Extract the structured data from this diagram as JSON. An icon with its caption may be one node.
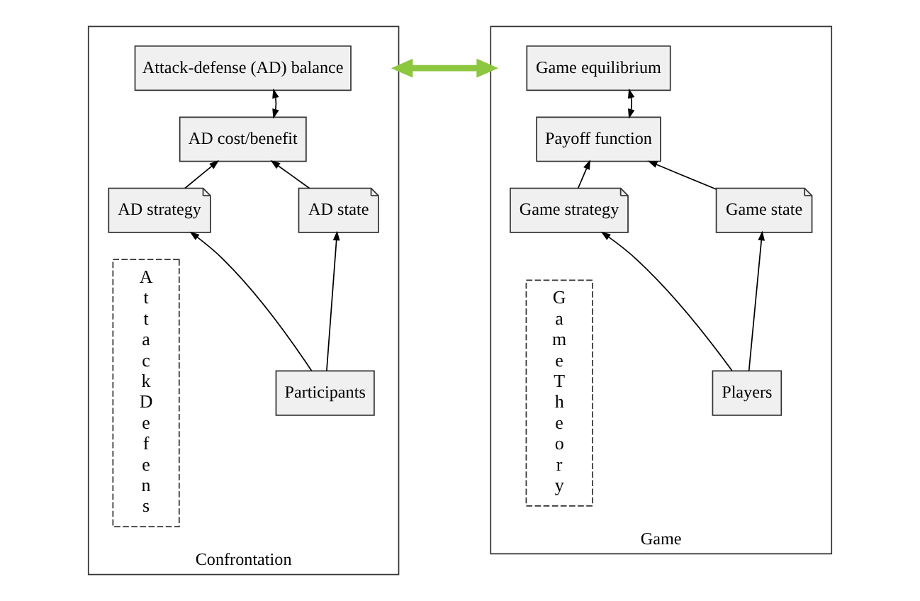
{
  "diagram": {
    "nodes": [
      {
        "text": [
          "Confrontation"
        ]
      },
      {
        "text": [
          "Attack-defense (AD) balance"
        ],
        "in": 0
      },
      {
        "text": [
          "AD cost/benefit"
        ],
        "in": 0
      },
      {
        "text": [
          "AD strategy"
        ],
        "in": 0
      },
      {
        "text": [
          "AD state"
        ],
        "in": 0
      },
      {
        "text": [
          "Participants"
        ],
        "in": 0
      },
      {
        "text": [
          "Attack Defens"
        ],
        "in": 0
      },
      {
        "text": [
          "Game"
        ]
      },
      {
        "text": [
          "Game equilibrium"
        ],
        "in": 7
      },
      {
        "text": [
          "Payoff function"
        ],
        "in": 7
      },
      {
        "text": [
          "Game strategy"
        ],
        "in": 7
      },
      {
        "text": [
          "Game state"
        ],
        "in": 7
      },
      {
        "text": [
          "Players"
        ],
        "in": 7
      },
      {
        "text": [
          "Game Theory"
        ],
        "in": 7
      }
    ],
    "edges": [
      {
        "from": 1,
        "to": 2,
        "arrow": "both"
      },
      {
        "from": 4,
        "to": 2,
        "arrow": "to"
      },
      {
        "from": 3,
        "to": 2,
        "arrow": "to"
      },
      {
        "from": 5,
        "to": 4,
        "arrow": "to"
      },
      {
        "from": 5,
        "to": 3,
        "arrow": "to"
      },
      {
        "from": 8,
        "to": 9,
        "arrow": "both"
      },
      {
        "from": 11,
        "to": 9,
        "arrow": "to"
      },
      {
        "from": 10,
        "to": 9,
        "arrow": "to"
      },
      {
        "from": 12,
        "to": 11,
        "arrow": "to"
      },
      {
        "from": 12,
        "to": 10,
        "arrow": "to"
      },
      {
        "from": 0,
        "to": 7,
        "arrow": "both",
        "style": "thick",
        "color": "#8dc63f"
      }
    ]
  }
}
